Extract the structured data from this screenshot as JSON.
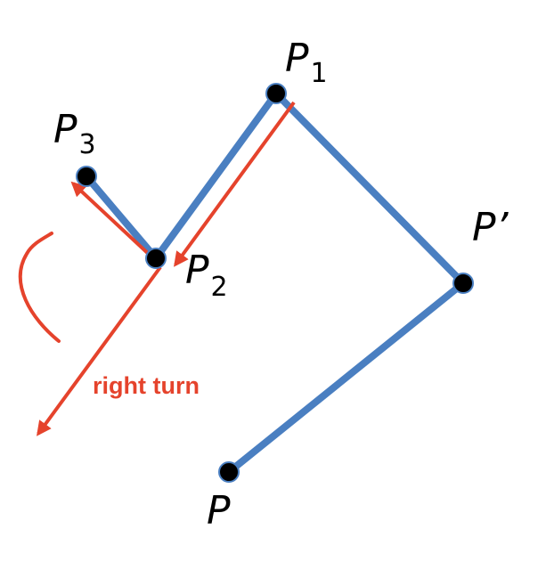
{
  "colors": {
    "path": "#4a7fc1",
    "arrow": "#e5432c",
    "point": "#000000"
  },
  "points": {
    "p": {
      "letter": "P",
      "sub": "",
      "prime": ""
    },
    "p_prime": {
      "letter": "P",
      "sub": "",
      "prime": "’"
    },
    "p1": {
      "letter": "P",
      "sub": "1",
      "prime": ""
    },
    "p2": {
      "letter": "P",
      "sub": "2",
      "prime": ""
    },
    "p3": {
      "letter": "P",
      "sub": "3",
      "prime": ""
    }
  },
  "annotation": {
    "turn_label": "right turn"
  }
}
